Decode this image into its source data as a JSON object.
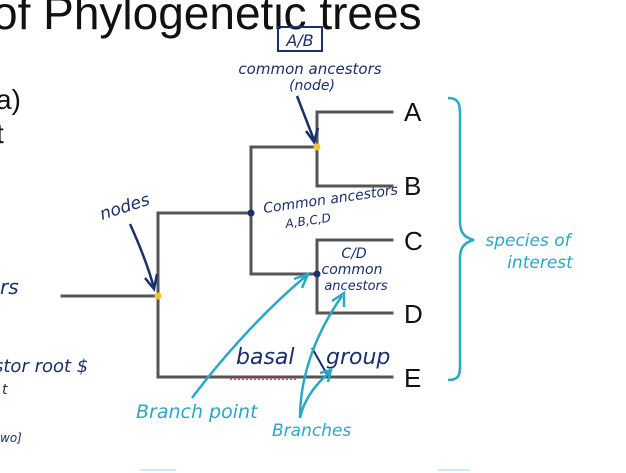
{
  "page": {
    "title": "of Phylogenetic trees",
    "left_text_line1": "a)",
    "left_text_line2": "t"
  },
  "tree": {
    "tips": [
      "A",
      "B",
      "C",
      "D",
      "E"
    ]
  },
  "annotations": {
    "ab_box": "A/B",
    "ab_common_1": "common ancestors",
    "ab_common_2": "(node)",
    "nodes": "nodes",
    "abcd_1": "Common ancestors",
    "abcd_2": "A,B,C,D",
    "cd_1": "C/D",
    "cd_2": "common",
    "cd_3": "ancestors",
    "species_1": "species of",
    "species_2": "interest",
    "basal": "basal",
    "group": "group",
    "branch_point": "Branch point",
    "branches": "Branches",
    "left_frag_1": "rs",
    "left_frag_2": "stor root $",
    "left_frag_3": "t",
    "left_frag_4": "wo]"
  },
  "colors": {
    "tree_line": "#555555",
    "node_dot": "#1a2f6b",
    "root_dot": "#f2c12e",
    "handwriting_dark": "#1a2f6b",
    "handwriting_cyan": "#2aa8c8",
    "underline": "#e05050"
  }
}
